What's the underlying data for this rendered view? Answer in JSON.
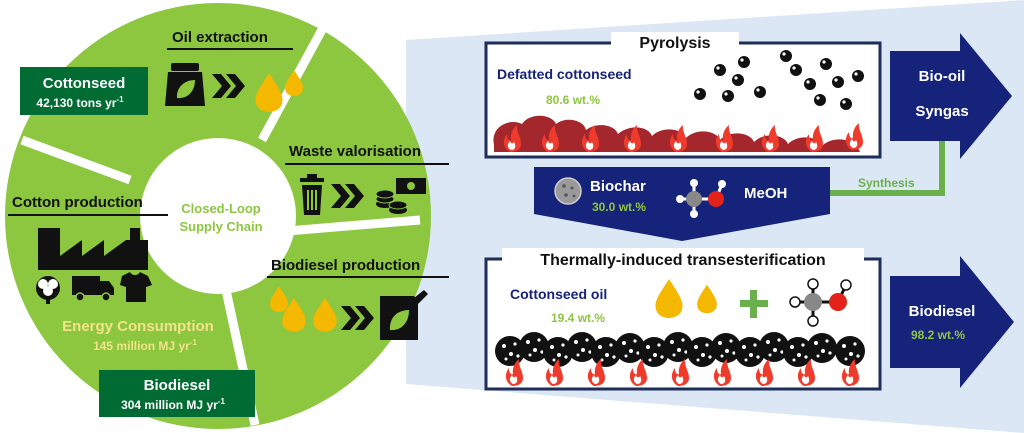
{
  "colors": {
    "wheel_green": "#8dc63f",
    "box_green": "#006b33",
    "navy": "#16237a",
    "panel_blue": "#dbe7f4",
    "light_green_text": "#8dc63f",
    "energy_yellow": "#f3e38a",
    "oil_yellow": "#f5b800",
    "flame_red": "#ef3b2c",
    "char_red": "#a5272e"
  },
  "wheel": {
    "center_label_line1": "Closed-Loop",
    "center_label_line2": "Supply Chain",
    "segments": {
      "oil_extraction": "Oil extraction",
      "waste_valorisation": "Waste valorisation",
      "biodiesel_production": "Biodiesel production",
      "cotton_production": "Cotton production"
    },
    "cottonseed": {
      "label": "Cottonseed",
      "value": "42,130 tons yr",
      "superscript": "-1"
    },
    "energy": {
      "label": "Energy Consumption",
      "value": "145 million MJ yr",
      "superscript": "-1"
    },
    "biodiesel": {
      "label": "Biodiesel",
      "value": "304 million MJ yr",
      "superscript": "-1"
    }
  },
  "process": {
    "pyrolysis": {
      "title": "Pyrolysis",
      "feed_label": "Defatted cottonseed",
      "feed_value": "80.6 wt.%"
    },
    "products_arrow": {
      "line1": "Bio-oil",
      "line2": "Syngas"
    },
    "synthesis_label": "Synthesis",
    "biochar": {
      "label": "Biochar",
      "value": "30.0 wt.%"
    },
    "meoh_label": "MeOH",
    "transesterification": {
      "title": "Thermally-induced transesterification",
      "feed_label": "Cottonseed oil",
      "feed_value": "19.4 wt.%"
    },
    "biodiesel_arrow": {
      "label": "Biodiesel",
      "value": "98.2 wt.%"
    }
  }
}
